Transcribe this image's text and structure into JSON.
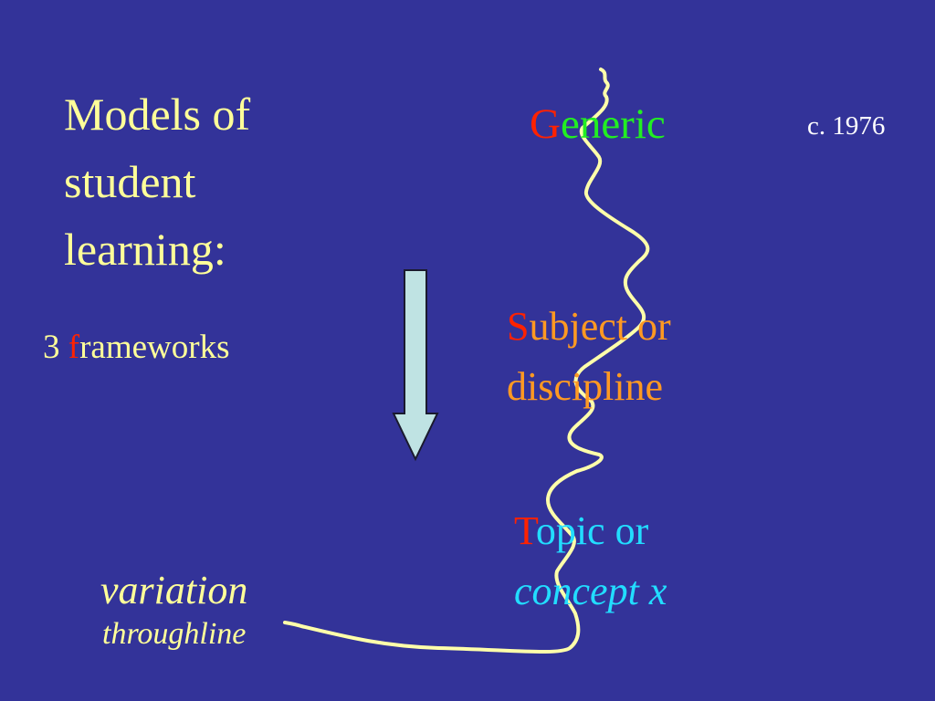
{
  "slide": {
    "title": {
      "first_letter": "M",
      "line1_rest": "odels of",
      "line2": "student",
      "line3": "learning:"
    },
    "subtitle": {
      "number": "3 ",
      "accent_letter": "f",
      "rest": "rameworks"
    },
    "levels": [
      {
        "initial": "G",
        "rest": "eneric"
      },
      {
        "initial": "S",
        "rest_line1": "ubject or",
        "line2": "discipline"
      },
      {
        "initial": "T",
        "rest_line1": "opic or",
        "line2": "concept x"
      }
    ],
    "date": "c. 1976",
    "variation_label": "variation",
    "throughline_label": "throughline"
  },
  "colors": {
    "background": "#333399",
    "title_text": "#ffff99",
    "initial_letters": "#ff2200",
    "generic": "#22ee22",
    "subject": "#ff9922",
    "topic": "#22ddff",
    "arrow_fill": "#bfe3e3",
    "thread": "#ffffaa"
  },
  "icons": {
    "arrow": "down-arrow-icon",
    "thread": "wavy-throughline"
  }
}
